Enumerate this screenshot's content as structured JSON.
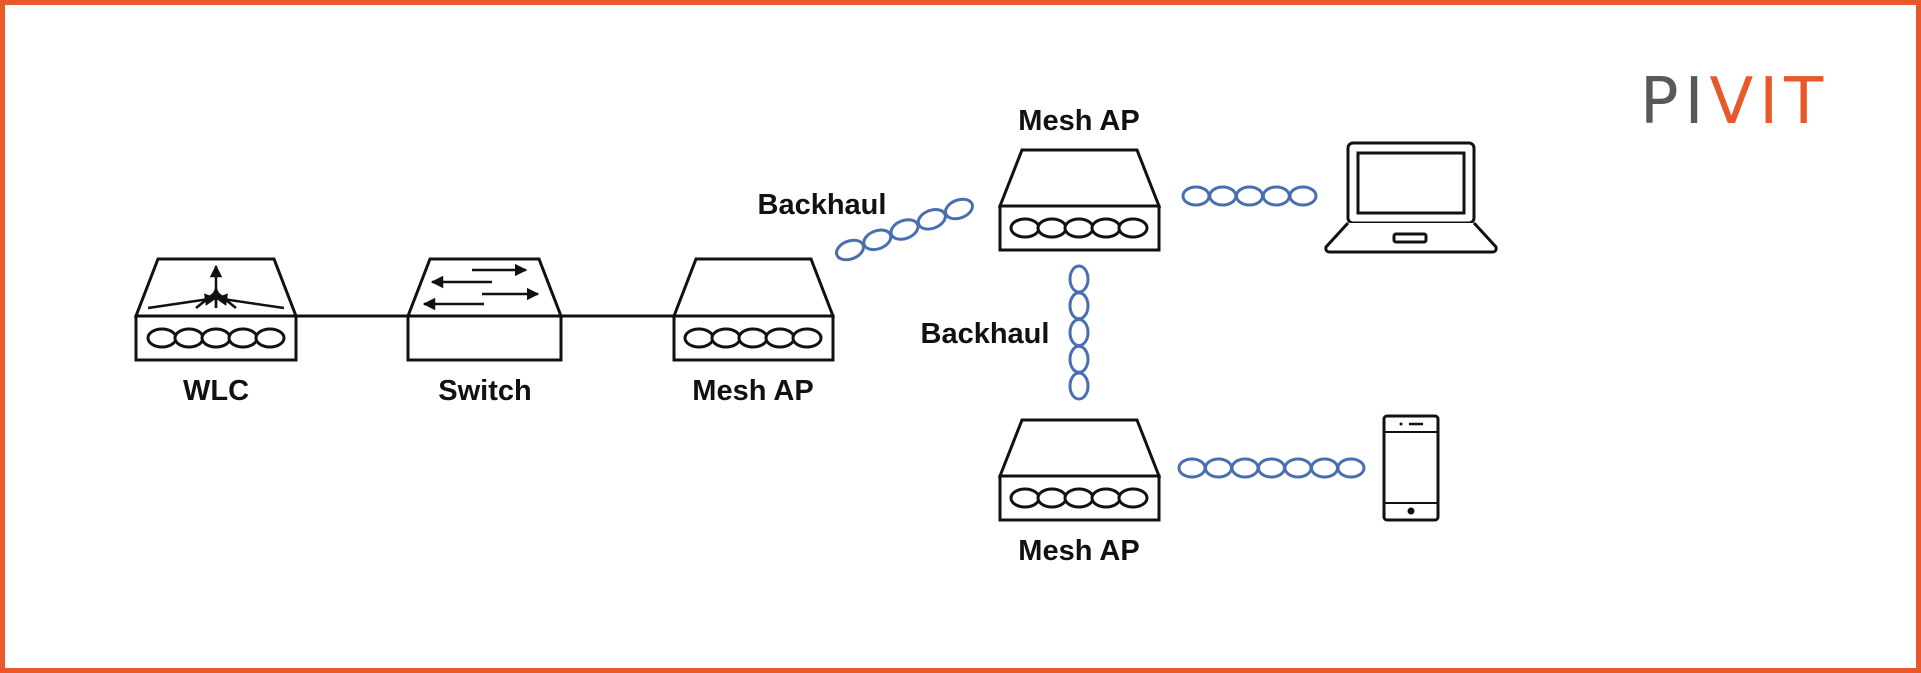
{
  "logo": {
    "text": "PIVIT",
    "part_gray": "PI",
    "part_orange": "VIT",
    "gray": "#58595b",
    "accent": "#e8582a"
  },
  "frame": {
    "color": "#e8582a"
  },
  "link_color": "#4a6fb0",
  "devices": {
    "wlc": {
      "label": "WLC",
      "icon": "wireless-controller-icon"
    },
    "switch": {
      "label": "Switch",
      "icon": "switch-icon"
    },
    "mesh_root": {
      "label": "Mesh AP",
      "icon": "access-point-icon"
    },
    "mesh_top": {
      "label": "Mesh AP",
      "icon": "access-point-icon"
    },
    "mesh_bottom": {
      "label": "Mesh AP",
      "icon": "access-point-icon"
    },
    "laptop": {
      "icon": "laptop-icon"
    },
    "phone": {
      "icon": "smartphone-icon"
    }
  },
  "links": {
    "backhaul_diagonal": {
      "label": "Backhaul"
    },
    "backhaul_vertical": {
      "label": "Backhaul"
    }
  }
}
